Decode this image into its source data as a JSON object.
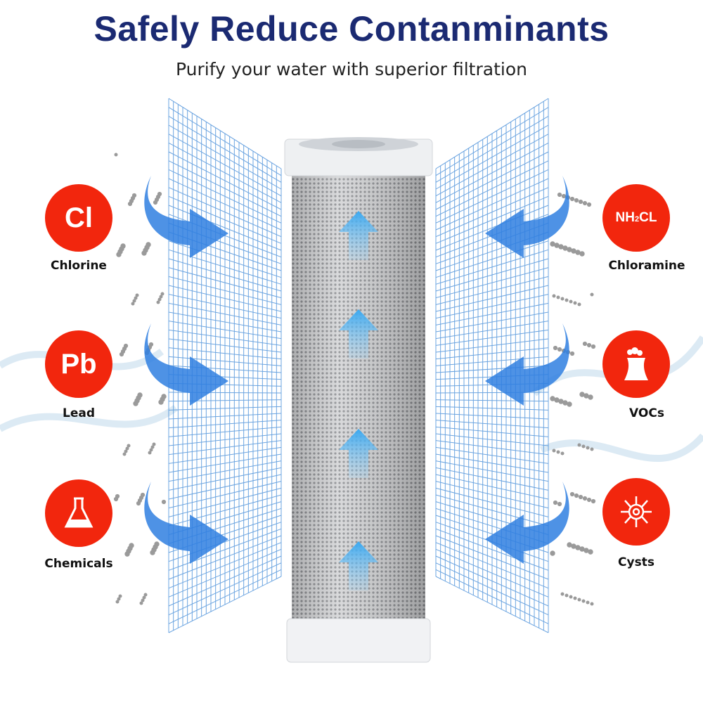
{
  "header": {
    "title": "Safely Reduce Contanminants",
    "subtitle": "Purify your water with superior filtration"
  },
  "contaminants": {
    "left": [
      {
        "symbol": "Cl",
        "label": "Chlorine",
        "icon": "chlorine-symbol"
      },
      {
        "symbol": "Pb",
        "label": "Lead",
        "icon": "lead-symbol"
      },
      {
        "label": "Chemicals",
        "icon": "flask-icon"
      }
    ],
    "right": [
      {
        "symbol_parts": [
          "NH",
          "2",
          "CL"
        ],
        "label": "Chloramine",
        "icon": "chloramine-symbol"
      },
      {
        "label": "VOCs",
        "icon": "factory-smoke-icon"
      },
      {
        "label": "Cysts",
        "icon": "cyst-icon"
      }
    ]
  },
  "colors": {
    "title": "#1b2a72",
    "badge": "#f2260d",
    "mesh": "#3a86d6",
    "arrow": "#2f7fe0",
    "filter_arrow": "#4fb3f0"
  }
}
